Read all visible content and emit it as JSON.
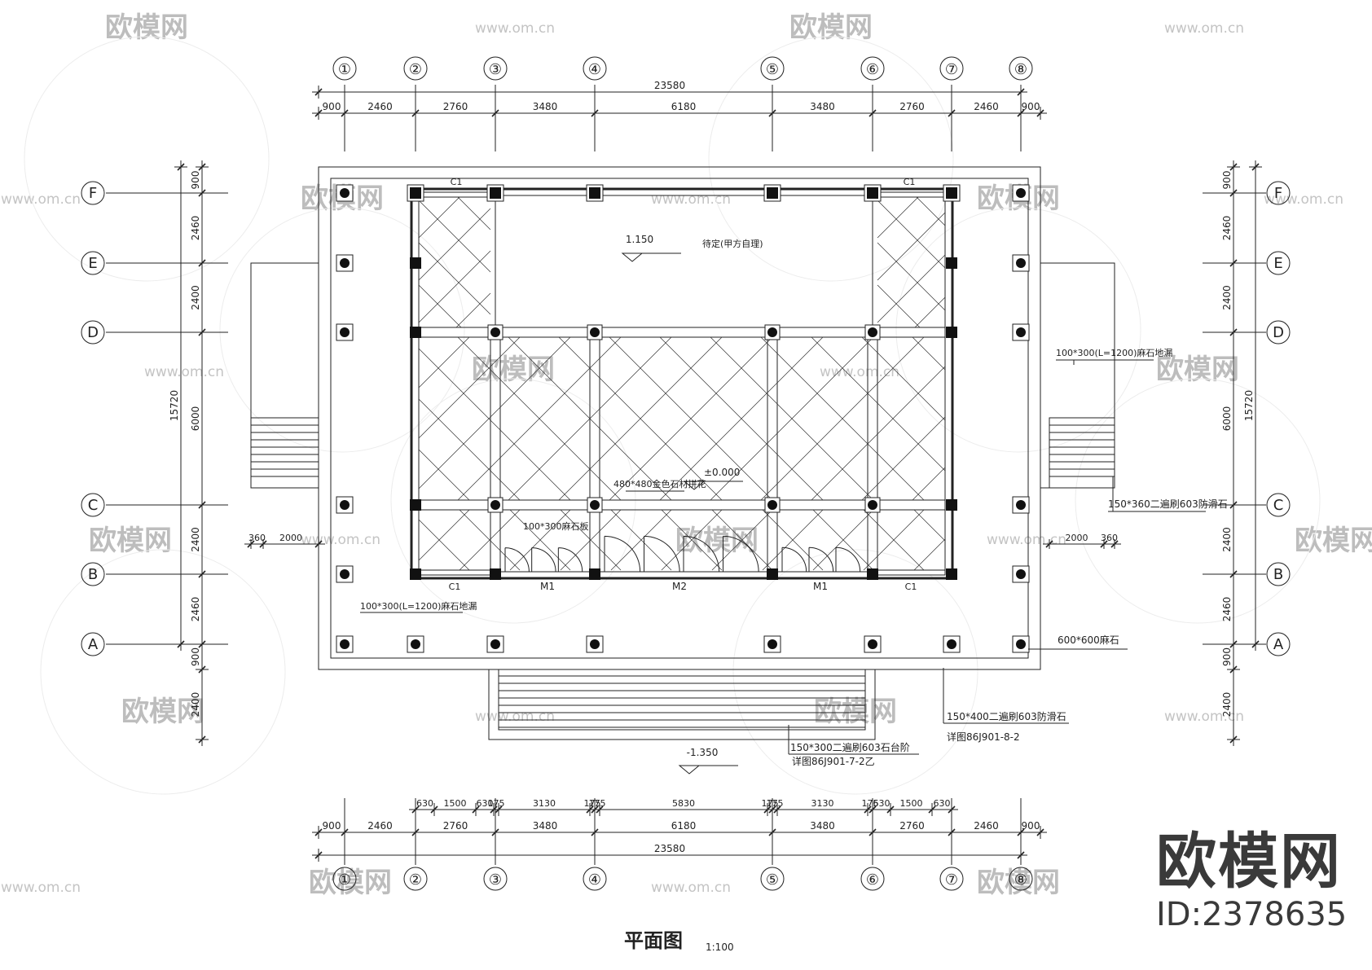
{
  "drawing": {
    "title": "平面图",
    "scale": "1:100"
  },
  "axes": {
    "columns": [
      "①",
      "②",
      "③",
      "④",
      "⑤",
      "⑥",
      "⑦",
      "⑧"
    ],
    "rows": [
      "F",
      "E",
      "D",
      "C",
      "B",
      "A"
    ]
  },
  "dimensions": {
    "top_total": "23580",
    "top_segments": [
      "900",
      "2460",
      "2760",
      "3480",
      "6180",
      "3480",
      "2760",
      "2460",
      "900"
    ],
    "bottom_detail": [
      "630",
      "1500",
      "630",
      "175",
      "3130",
      "175",
      "175",
      "5830",
      "175",
      "175",
      "3130",
      "175",
      "630",
      "1500",
      "630"
    ],
    "bottom_segments": [
      "900",
      "2460",
      "2760",
      "3480",
      "6180",
      "3480",
      "2760",
      "2460",
      "900"
    ],
    "bottom_total": "23580",
    "left_segments": [
      "900",
      "2460",
      "2400",
      "6000",
      "2400",
      "2460",
      "900",
      "2400"
    ],
    "left_total": "15720",
    "right_segments": [
      "900",
      "2460",
      "2400",
      "6000",
      "2400",
      "2460",
      "900",
      "2400"
    ],
    "right_total": "15720",
    "side_step_left": [
      "360",
      "2000"
    ],
    "side_step_right": [
      "2000",
      "360"
    ]
  },
  "labels": {
    "elev_top": "1.150",
    "elev_top_note": "待定(甲方自理)",
    "elev_center": "±0.000",
    "elev_bottom": "-1.350",
    "floor_tile": "480*480金色石材拼花",
    "paving_strip": "100*300麻石板",
    "window_c1": "C1",
    "door_m1": "M1",
    "door_m2": "M2",
    "drain_right": "100*300(L=1200)麻石地漏",
    "drain_left": "100*300(L=1200)麻石地漏",
    "step_right": "150*360二遍刷603防滑石",
    "paving_600": "600*600麻石",
    "step_front": "150*400二遍刷603防滑石",
    "step_front_ref": "详图86J901-8-2",
    "stair_front": "150*300二遍刷603石台阶",
    "stair_front_ref": "详图86J901-7-2乙"
  },
  "watermark": {
    "brand": "欧模网",
    "url": "www.om.cn",
    "id_text": "ID:2378635"
  }
}
